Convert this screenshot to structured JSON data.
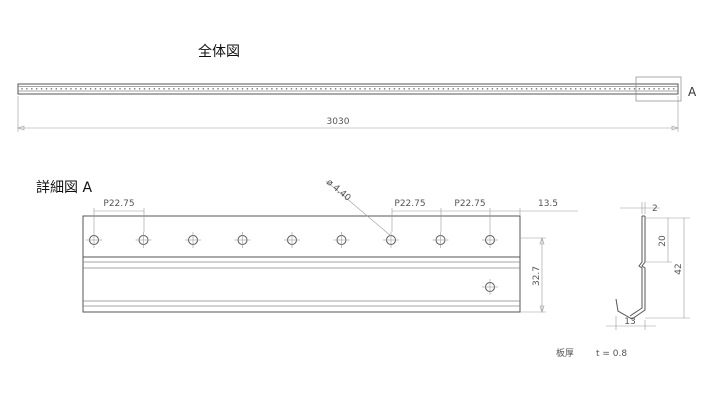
{
  "overall_view": {
    "title": "全体図",
    "length_dim": "3030",
    "detail_marker": "A"
  },
  "detail_view": {
    "title": "詳細図 A",
    "pitch_left": "P22.75",
    "pitch_mid_1": "P22.75",
    "pitch_mid_2": "P22.75",
    "edge_offset": "13.5",
    "hole_diameter": "ø 4.40",
    "height_dim": "32.7"
  },
  "section_view": {
    "dim_top": "2",
    "dim_upper": "20",
    "dim_total": "42",
    "dim_bottom": "13"
  },
  "note": {
    "label": "板厚",
    "value": "t = 0.8"
  }
}
